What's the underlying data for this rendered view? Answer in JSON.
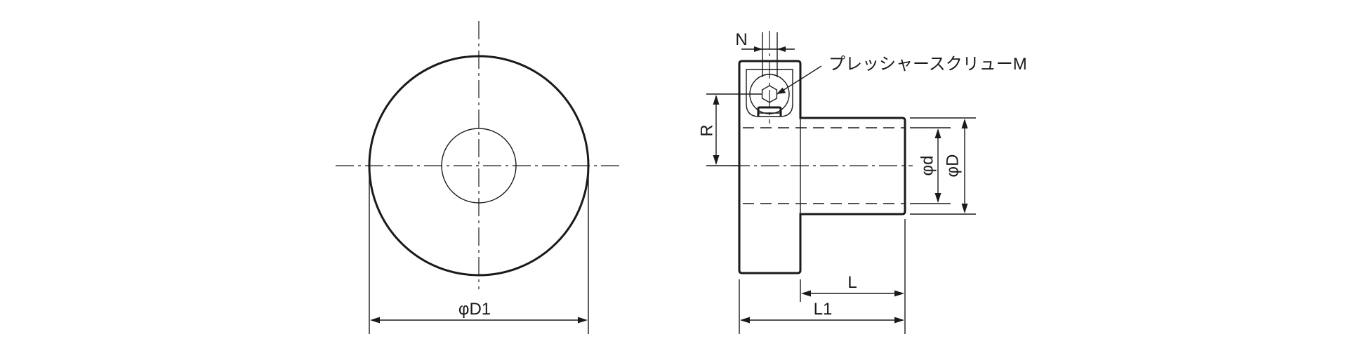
{
  "front_view": {
    "dim_outer_diameter": "φD1"
  },
  "side_view": {
    "dim_screw_offset": "N",
    "dim_screw_height": "R",
    "dim_bore": "φd",
    "dim_hub_diameter": "φD",
    "dim_hub_length": "L",
    "dim_total_length": "L1",
    "callout_pressure_screw": "プレッシャースクリューM"
  }
}
